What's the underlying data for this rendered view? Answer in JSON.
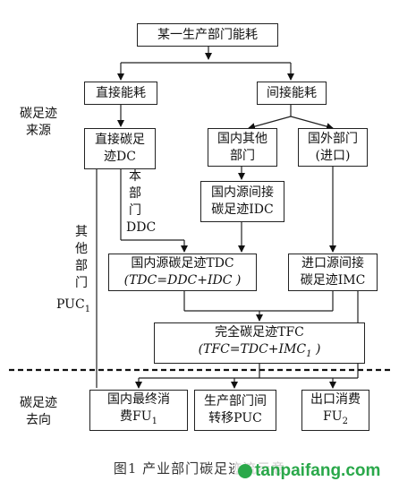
{
  "nodes": {
    "top": "某一生产部门能耗",
    "direct_energy": "直接能耗",
    "indirect_energy": "间接能耗",
    "direct_cf": [
      "直接碳足",
      "迹DC"
    ],
    "domestic_other": [
      "国内其他",
      "部门"
    ],
    "foreign": [
      "国外部门",
      "(进口)"
    ],
    "domestic_indirect": [
      "国内源间接",
      "碳足迹IDC"
    ],
    "tdc": [
      "国内源碳足迹TDC",
      "(TDC=DDC+IDC )"
    ],
    "imc": [
      "进口源间接",
      "碳足迹IMC"
    ],
    "tfc_title": "完全碳足迹TFC",
    "tfc_formula": "(TFC=TDC+IMC",
    "tfc_sub": "1",
    "tfc_close": " )",
    "fu1": [
      "国内最终消",
      "费FU"
    ],
    "fu1_sub": "1",
    "puc": [
      "生产部门间",
      "转移PUC"
    ],
    "fu2": [
      "出口消费",
      "FU"
    ],
    "fu2_sub": "2"
  },
  "labels": {
    "source": [
      "碳足迹",
      "来源"
    ],
    "destination": [
      "碳足迹",
      "去向"
    ],
    "this_dept": [
      "本",
      "部",
      "门"
    ],
    "ddc": "DDC",
    "other_dept": [
      "其",
      "他",
      "部",
      "门"
    ],
    "puc1": "PUC",
    "puc1_sub": "1"
  },
  "caption": "图1  产业部门碳足迹流示意",
  "watermark": "tanpaifang.com"
}
